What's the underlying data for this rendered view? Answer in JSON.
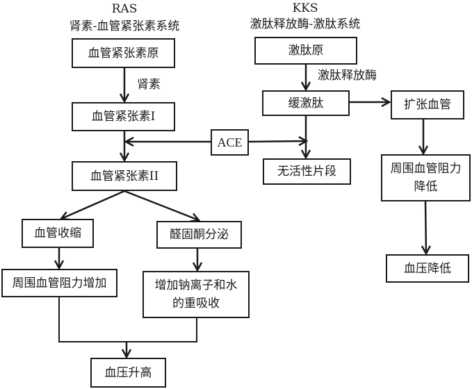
{
  "ras": {
    "title": "RAS",
    "subtitle": "肾素-血管紧张素系统",
    "nodes": {
      "angiotensinogen": "血管紧张素原",
      "renin_label": "肾素",
      "angiotensin1": "血管紧张素I",
      "angiotensin2": "血管紧张素II",
      "vasoconstriction": "血管收缩",
      "aldosterone": "醛固酮分泌",
      "resistance_up": "周围血管阻力增加",
      "na_water": "增加钠离子和水的重吸收",
      "bp_up": "血压升高"
    }
  },
  "ace": {
    "label": "ACE"
  },
  "kks": {
    "title": "KKS",
    "subtitle": "激肽释放酶-激肽系统",
    "nodes": {
      "kininogen": "激肽原",
      "kallikrein_label": "激肽释放酶",
      "bradykinin": "缓激肽",
      "vasodilation": "扩张血管",
      "inactive": "无活性片段",
      "resistance_down": "周围血管阻力降低",
      "bp_down": "血压降低"
    }
  }
}
